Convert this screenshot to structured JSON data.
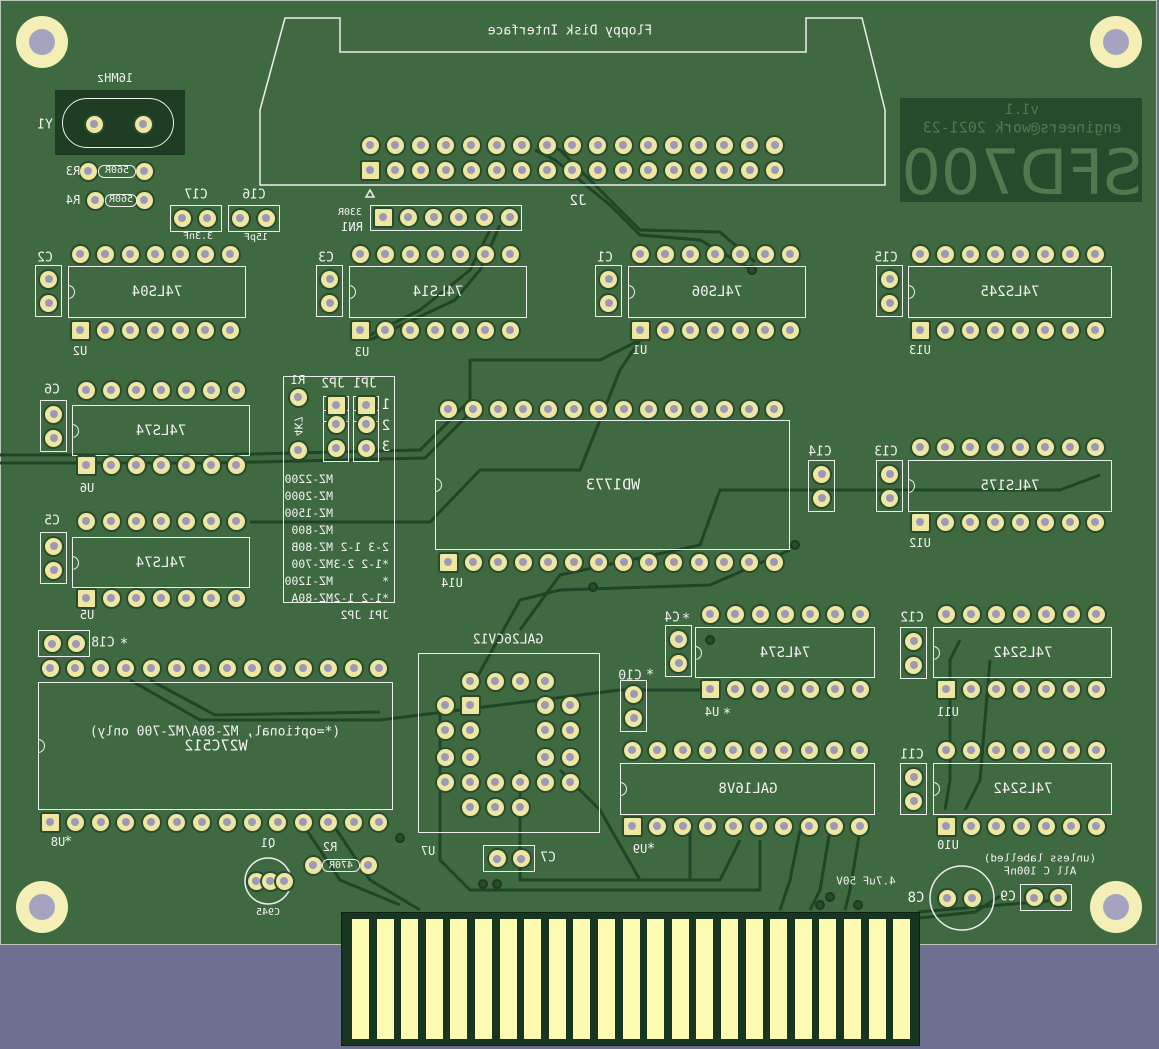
{
  "board": {
    "title": "SFD700",
    "credit": "engineers@work 2021-23",
    "version": "v1.1"
  },
  "connector": {
    "label": "Floppy Disk Interface",
    "ref": "J2"
  },
  "notes": {
    "optional": "(*=optional, MZ-80A/MZ-700 only)",
    "all_caps": "All C 100nF",
    "unless": "(unless labelled)"
  },
  "components": {
    "U2": {
      "ref": "U2",
      "value": "74LS04"
    },
    "U3": {
      "ref": "U3",
      "value": "74LS14"
    },
    "U1": {
      "ref": "U1",
      "value": "74LS06"
    },
    "U13": {
      "ref": "U13",
      "value": "74LS245"
    },
    "U6": {
      "ref": "U6",
      "value": "74LS74"
    },
    "U5": {
      "ref": "U5",
      "value": "74LS74"
    },
    "U14": {
      "ref": "U14",
      "value": "WD1773"
    },
    "U12": {
      "ref": "U12",
      "value": "74LS175"
    },
    "U4": {
      "ref": "U4",
      "value": "74LS74"
    },
    "U11": {
      "ref": "U11",
      "value": "74LS242"
    },
    "U9": {
      "ref": "U9",
      "value": "GAL16V8"
    },
    "U10": {
      "ref": "U10",
      "value": "74LS242"
    },
    "U8": {
      "ref": "U8",
      "value": "W27C512"
    },
    "U7": {
      "ref": "U7",
      "value": "GAL26CV12"
    },
    "Y1": {
      "ref": "Y1",
      "value": "16MHz"
    },
    "R3": {
      "ref": "R3",
      "value": "560R"
    },
    "R4": {
      "ref": "R4",
      "value": "560R"
    },
    "R1": {
      "ref": "R1",
      "value": "4K7"
    },
    "R2": {
      "ref": "R2",
      "value": "470R"
    },
    "RN1": {
      "ref": "RN1",
      "value": "330R"
    },
    "Q1": {
      "ref": "Q1",
      "value": "C945"
    },
    "C17": {
      "ref": "C17",
      "value": "3.3nF"
    },
    "C16": {
      "ref": "C16",
      "value": "15pF"
    },
    "C8": {
      "ref": "C8",
      "value": "4.7uF 50V"
    },
    "caps": [
      "C2",
      "C3",
      "C1",
      "C15",
      "C6",
      "C5",
      "C14",
      "C13",
      "C4",
      "C12",
      "C10",
      "C18",
      "C11",
      "C7",
      "C9"
    ],
    "star": "*",
    "jp1": "JP1",
    "jp2": "JP2",
    "jp_pins": [
      "1",
      "2",
      "3"
    ]
  },
  "jumper_table": [
    {
      "cfg": "",
      "model": "MZ-2200"
    },
    {
      "cfg": "",
      "model": "MZ-2000"
    },
    {
      "cfg": "",
      "model": "MZ-1500"
    },
    {
      "cfg": "",
      "model": "MZ-800"
    },
    {
      "cfg": "2-3  1-2",
      "model": "MZ-80B"
    },
    {
      "cfg": "*1-2 2-3",
      "model": "MZ-700"
    },
    {
      "cfg": "*",
      "model": "MZ-1200"
    },
    {
      "cfg": "*1-2 1-2",
      "model": "MZ-80A"
    },
    {
      "cfg": "JP1 JP2",
      "model": ""
    }
  ]
}
